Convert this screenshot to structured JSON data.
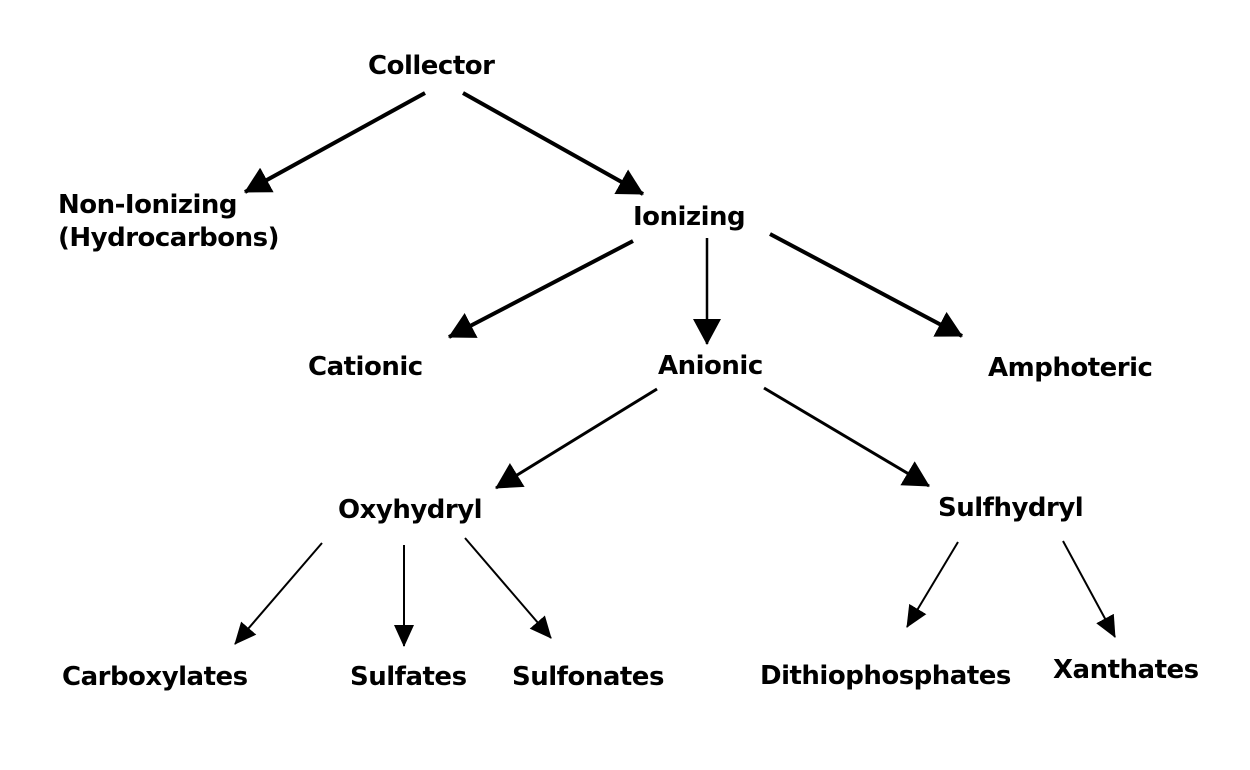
{
  "diagram": {
    "type": "tree",
    "background_color": "#ffffff",
    "text_color": "#000000",
    "nodes": {
      "collector": {
        "label": "Collector"
      },
      "non_ionizing": {
        "label": "Non-Ionizing",
        "sublabel": "(Hydrocarbons)"
      },
      "ionizing": {
        "label": "Ionizing"
      },
      "cationic": {
        "label": "Cationic"
      },
      "anionic": {
        "label": "Anionic"
      },
      "amphoteric": {
        "label": "Amphoteric"
      },
      "oxyhydryl": {
        "label": "Oxyhydryl"
      },
      "sulfhydryl": {
        "label": "Sulfhydryl"
      },
      "carboxylates": {
        "label": "Carboxylates"
      },
      "sulfates": {
        "label": "Sulfates"
      },
      "sulfonates": {
        "label": "Sulfonates"
      },
      "dithiophosphates": {
        "label": "Dithiophosphates"
      },
      "xanthates": {
        "label": "Xanthates"
      }
    },
    "edges": [
      {
        "from": "collector",
        "to": "non_ionizing"
      },
      {
        "from": "collector",
        "to": "ionizing"
      },
      {
        "from": "ionizing",
        "to": "cationic"
      },
      {
        "from": "ionizing",
        "to": "anionic"
      },
      {
        "from": "ionizing",
        "to": "amphoteric"
      },
      {
        "from": "anionic",
        "to": "oxyhydryl"
      },
      {
        "from": "anionic",
        "to": "sulfhydryl"
      },
      {
        "from": "oxyhydryl",
        "to": "carboxylates"
      },
      {
        "from": "oxyhydryl",
        "to": "sulfates"
      },
      {
        "from": "oxyhydryl",
        "to": "sulfonates"
      },
      {
        "from": "sulfhydryl",
        "to": "dithiophosphates"
      },
      {
        "from": "sulfhydryl",
        "to": "xanthates"
      }
    ]
  }
}
